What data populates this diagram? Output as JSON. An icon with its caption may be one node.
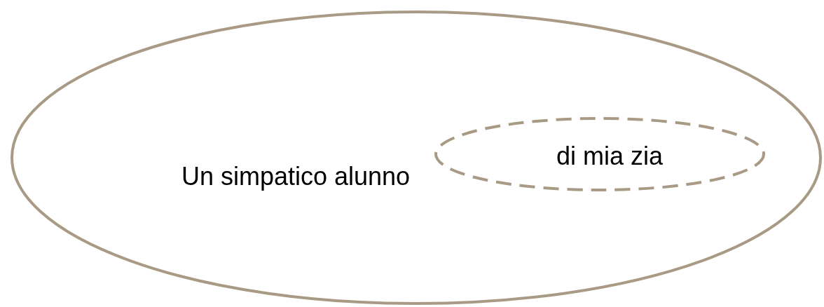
{
  "diagram": {
    "nodes": [
      {
        "text": [
          "Un simpatico alunno"
        ]
      },
      {
        "text": [
          "di mia zia"
        ],
        "in": 0
      }
    ]
  }
}
